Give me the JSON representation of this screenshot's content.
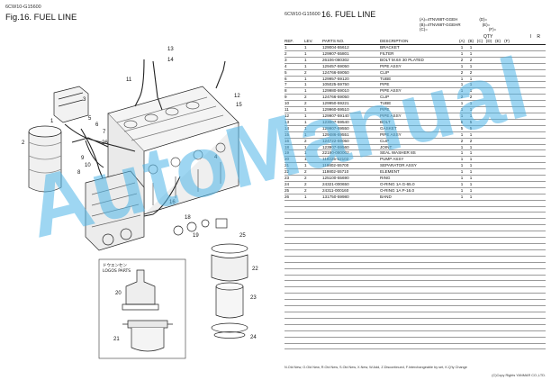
{
  "left_header": {
    "model_code": "6CW10-G15600",
    "fig_title": "Fig.16.  FUEL LINE"
  },
  "right_header": {
    "model_code": "6CW10-G15600",
    "title": "16.  FUEL LINE"
  },
  "models": [
    {
      "code": "(A)=4TNV88T-GGEH",
      "alt": "(D)="
    },
    {
      "code": "(B)=4TNV88T-GGEHR",
      "alt": "(E)="
    },
    {
      "code": "(C)=",
      "alt": "(F)="
    }
  ],
  "table": {
    "headers": {
      "ref": "REF.",
      "lev": "LEV.",
      "parts_no": "PARTS NO.",
      "description": "DESCRIPTION",
      "qty": "QTY",
      "cols": [
        "(A)",
        "(B)",
        "(C)",
        "(D)",
        "(E)",
        "(F)"
      ],
      "i": "I",
      "r": "R"
    },
    "rows": [
      [
        "1",
        "1",
        "129004-55612",
        "BRACKET",
        "1",
        "1"
      ],
      [
        "2",
        "1",
        "129907-55801",
        "FILTER",
        "1",
        "1"
      ],
      [
        "3",
        "1",
        "26106-080302",
        "BOLT M.6X 30 PLATED",
        "2",
        "2"
      ],
      [
        "4",
        "1",
        "129457-59050",
        "PIPE ASSY",
        "1",
        "1"
      ],
      [
        "5",
        "2",
        "124766-59050",
        "CLIP",
        "2",
        "2"
      ],
      [
        "6",
        "1",
        "129957-59120",
        "TUBE",
        "1",
        "1"
      ],
      [
        "7",
        "1",
        "105025-59750",
        "PIPE",
        "1",
        "1"
      ],
      [
        "8",
        "1",
        "129980-59010",
        "PIPE ASSY",
        "1",
        "1"
      ],
      [
        "9",
        "2",
        "124766-59050",
        "CLIP",
        "2",
        "2"
      ],
      [
        "10",
        "2",
        "129950-59221",
        "TUBE",
        "1",
        "1"
      ],
      [
        "11",
        "1",
        "129960-59510",
        "PIPE",
        "1",
        "1"
      ],
      [
        "12",
        "1",
        "129907-59140",
        "PIPE ASSY",
        "1",
        "1"
      ],
      [
        "13",
        "1",
        "123007-59540",
        "BOLT",
        "5",
        "5"
      ],
      [
        "14",
        "1",
        "129907-59550",
        "GASKET",
        "5",
        "5"
      ],
      [
        "15",
        "1",
        "129486-59551",
        "PIPE ASSY",
        "1",
        "1"
      ],
      [
        "16",
        "2",
        "124722-59050",
        "CLIP",
        "2",
        "2"
      ],
      [
        "18",
        "1",
        "123907-59560",
        "JOINT",
        "1",
        "1"
      ],
      [
        "19",
        "1",
        "22190-080002",
        "SEAL WASHER 8S",
        "1",
        "1"
      ],
      [
        "20",
        "1",
        "119225-52102",
        "PUMP ASSY",
        "1",
        "1"
      ],
      [
        "21",
        "1",
        "119802-55700",
        "SEPARATOR ASSY",
        "1",
        "1"
      ],
      [
        "22",
        "2",
        "119802-55710",
        "ELEMENT",
        "1",
        "1"
      ],
      [
        "23",
        "2",
        "125100-55690",
        "RING",
        "1",
        "1"
      ],
      [
        "24",
        "2",
        "24321-000650",
        "O-RING 1A G-65.0",
        "1",
        "1"
      ],
      [
        "25",
        "2",
        "24311-000160",
        "O-RING 1A P-16.0",
        "1",
        "1"
      ],
      [
        "26",
        "1",
        "131750-59980",
        "BAND",
        "1",
        "1"
      ]
    ]
  },
  "diagram": {
    "labels": [
      "3",
      "13",
      "14",
      "11",
      "12",
      "15",
      "4",
      "2",
      "1",
      "5",
      "6",
      "7",
      "8",
      "9",
      "10",
      "26",
      "16",
      "18",
      "19",
      "25",
      "22",
      "23",
      "24",
      "20",
      "21"
    ],
    "inset_title_line1": "ドウエンセン",
    "inset_title_line2": "LOGOS PARTS"
  },
  "footer": {
    "legend": "N.Old  New,  O.Old  New,  R.Old  New,  S.Old  New,  X.New, W.Add, Z.Discontinued, F.Interchangeable by set, K.Q'ty Change",
    "copyright": "(C)Copy Rights YANMAR CO.,LTD."
  },
  "watermark": {
    "text": "AutoManual"
  }
}
